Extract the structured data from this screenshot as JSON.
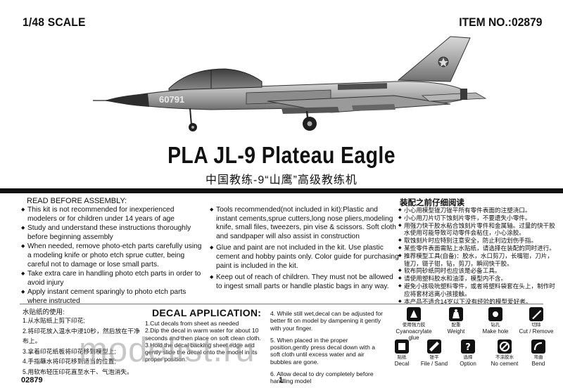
{
  "header": {
    "scale": "1/48 SCALE",
    "item_no": "ITEM NO.:02879"
  },
  "aircraft": {
    "serial": "60791"
  },
  "title": {
    "en": "PLA JL-9 Plateau Eagle",
    "zh": "中国教练-9“山鹰”高级教练机"
  },
  "assembly": {
    "heading": "READ BEFORE ASSEMBLY:",
    "col1": [
      "This kit is not recommended for inexperienced modelers or for children under 14 years of age",
      "Study and understand these instructions thoroughly before beginning assembly",
      "When needed, remove photo-etch parts carefully using a modeling knife or photo etch sprue cutter, being careful not to damage or lose small parts.",
      "Take extra care in handling photo etch parts in order to avoid injury",
      "Apply instant cement sparingly to photo etch parts where instructed"
    ],
    "col2": [
      "Tools recommended(not included in kit):Plastic and instant cements,sprue cutters,long nose pliers,modeling knife, small files, tweezers, pin vise & scissors. Soft cloth and sandpaper will also assist in construction",
      "Glue and paint are not included in the kit. Use plastic cement and hobby paints only. Color guide for purchasing paint is included in the kit.",
      "Keep out of reach of  children. They must not be allowed to ingest small parts or handle plastic bags in any way."
    ]
  },
  "zh_notes": {
    "heading": "装配之前仔细阅读",
    "items": [
      "小心用模型锉刀锉平所有零件表面的注塑浇口。",
      "小心用刀片切下蚀刻片零件，不要遗失小零件。",
      "用强力快干胶水粘合蚀刻片零件和金属轴。过量的快干胶水使用可能导致可动零件会粘住，小心涂胶。",
      "取蚀刻片时应特别注意安全，防止利边划伤手指。",
      "某些零件表面需贴上水贴纸，请选择在装配的同时进行。",
      "推荐模型工具(自备)：胶水，水口剪刀，长嘴钳，刀片，锉刀，镊子钳，钻，剪刀，瞬间快干胶。",
      "软布同砂纸同时也应该是必备工具。",
      "请使用塑料胶水和油漆，模型内不含。",
      "避免小孩吸吮塑料零件，或者将塑料袋套在头上，制作时应将套材远离小孩接触。",
      "本产品不适合14岁以下没有经验的模型爱好者。"
    ]
  },
  "decal_zh": {
    "heading": "水贴纸的使用:",
    "steps": [
      "1.从水贴纸上剪下印花;",
      "2.将印花放入温水中浸10秒，然后放在干净布上。",
      "3.拿着印花纸板将印花移到模型上;",
      "4.手指蘸水将印花移到适当的位置;",
      "5.用软布轻压印花直至水干、气泡消失。"
    ]
  },
  "decal_en": {
    "heading": "DECAL APPLICATION:",
    "steps1": [
      "1.Cut decals from sheet as needed",
      "2.Dip the decal in warm water for about 10 seconds and then place on soft clean cloth.",
      "3.Hold the decal backing sheet edge and gently slide the decal onto the model in its proper position."
    ],
    "steps2": [
      "4. While still wet,decal can be adjusted for better fit on model by dampening it gently with your finger.",
      "5. When placed in the proper position,gently press decal down with a soft cloth until excess water and air bubbles are gone.",
      "6. Allow decal to dry completely before handling model"
    ]
  },
  "icons": [
    {
      "name": "cyanoacrylate-glue-icon",
      "zh": "使用强力胶",
      "en": "Cyanoacrylate glue"
    },
    {
      "name": "weight-icon",
      "zh": "配重",
      "en": "Weight"
    },
    {
      "name": "make-hole-icon",
      "zh": "钻孔",
      "en": "Make hole"
    },
    {
      "name": "cut-remove-icon",
      "zh": "切除",
      "en": "Cut / Remove"
    },
    {
      "name": "decal-icon",
      "zh": "贴纸",
      "en": "Decal"
    },
    {
      "name": "file-sand-icon",
      "zh": "锉平",
      "en": "File / Sand"
    },
    {
      "name": "option-icon",
      "zh": "选择",
      "en": "Option"
    },
    {
      "name": "no-cement-icon",
      "zh": "不涂胶水",
      "en": "No cement"
    },
    {
      "name": "bend-icon",
      "zh": "弯曲",
      "en": "Bend"
    }
  ],
  "watermark": "modelist.ru",
  "footer": {
    "code": "02879",
    "page": "1"
  }
}
